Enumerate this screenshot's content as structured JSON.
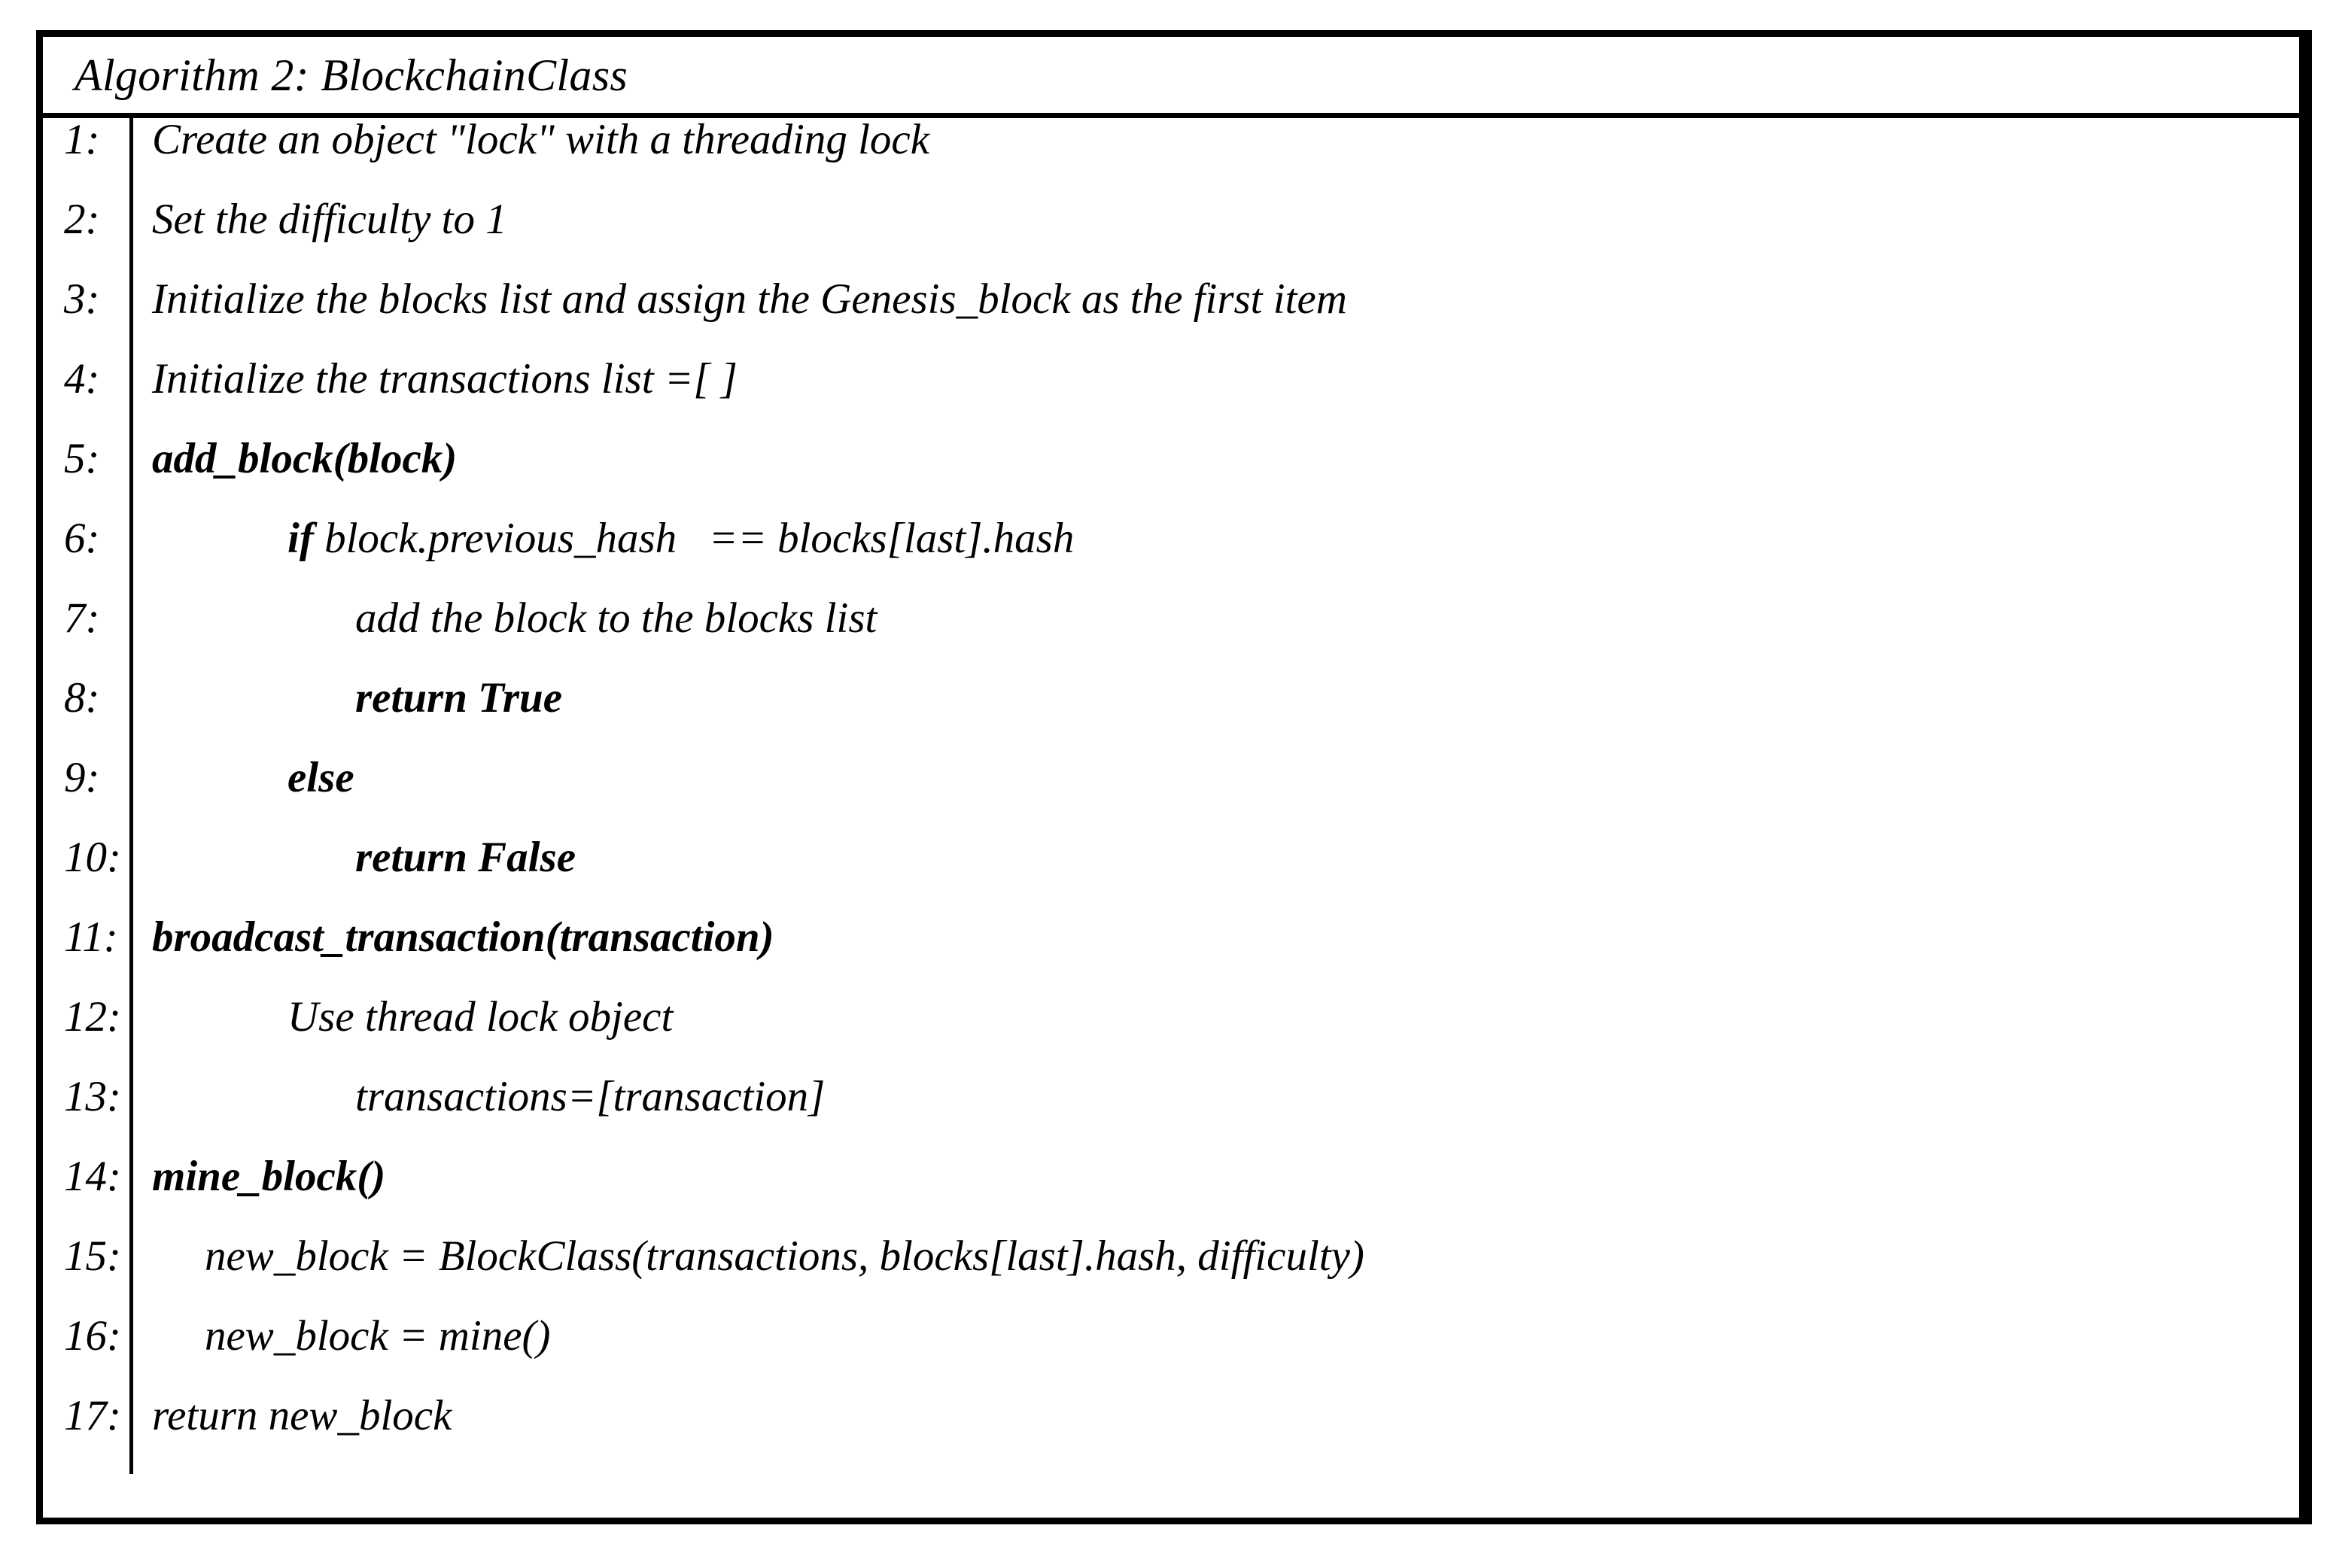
{
  "algorithm": {
    "title": "Algorithm 2: BlockchainClass",
    "lines": [
      {
        "no": "1:",
        "text": "Create an object \"lock\" with a threading lock",
        "indent": 0,
        "bold": false
      },
      {
        "no": "2:",
        "text": "Set the difficulty to 1",
        "indent": 0,
        "bold": false
      },
      {
        "no": "3:",
        "text": "Initialize the blocks list and assign the Genesis_block as the first item",
        "indent": 0,
        "bold": false
      },
      {
        "no": "4:",
        "text": "Initialize the transactions list =[ ]",
        "indent": 0,
        "bold": false
      },
      {
        "no": "5:",
        "text": "add_block(block)",
        "indent": 0,
        "bold": true
      },
      {
        "no": "6:",
        "prefix": "if",
        "text": " block.previous_hash   == blocks[last].hash",
        "indent": 2,
        "bold": false
      },
      {
        "no": "7:",
        "text": "add the block to the blocks list",
        "indent": 3,
        "bold": false
      },
      {
        "no": "8:",
        "text": "return True",
        "indent": 3,
        "bold": true
      },
      {
        "no": "9:",
        "text": "else",
        "indent": 2,
        "bold": true
      },
      {
        "no": "10:",
        "text": "return False",
        "indent": 3,
        "bold": true
      },
      {
        "no": "11:",
        "text": "broadcast_transaction(transaction)",
        "indent": 0,
        "bold": true
      },
      {
        "no": "12:",
        "text": "Use thread lock object",
        "indent": 2,
        "bold": false
      },
      {
        "no": "13:",
        "text": "transactions=[transaction]",
        "indent": 3,
        "bold": false
      },
      {
        "no": "14:",
        "text": "mine_block()",
        "indent": 0,
        "bold": true
      },
      {
        "no": "15:",
        "text": "new_block = BlockClass(transactions, blocks[last].hash, difficulty)",
        "indent": 1,
        "bold": false
      },
      {
        "no": "16:",
        "text": "new_block = mine()",
        "indent": 1,
        "bold": false
      },
      {
        "no": "17:",
        "text": "return new_block",
        "indent": 0,
        "bold": false
      }
    ]
  },
  "colors": {
    "border": "#000000",
    "background": "#ffffff",
    "text": "#000000"
  }
}
